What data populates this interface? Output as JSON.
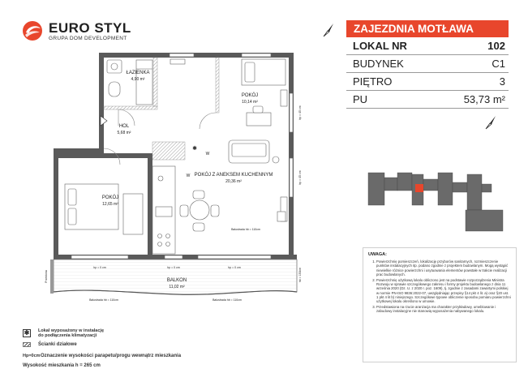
{
  "brand": {
    "name": "EURO STYL",
    "subtitle": "GRUPA DOM DEVELOPMENT",
    "colors": {
      "accent": "#e8462c",
      "dark": "#1f1f1f"
    }
  },
  "info": {
    "title": "ZAJEZDNIA MOTŁAWA",
    "rows": [
      {
        "label": "LOKAL NR",
        "value": "102"
      },
      {
        "label": "BUDYNEK",
        "value": "C1"
      },
      {
        "label": "PIĘTRO",
        "value": "3"
      },
      {
        "label": "PU",
        "value": "53,73 m²"
      }
    ]
  },
  "rooms": {
    "bathroom": {
      "name": "ŁAZIENKA",
      "area": "4,90 m²"
    },
    "hall": {
      "name": "HOL",
      "area": "5,68 m²"
    },
    "room1": {
      "name": "POKÓJ",
      "area": "10,14 m²"
    },
    "living": {
      "name": "POKÓJ Z ANEKSEM KUCHENNYM",
      "area": "20,36 m²"
    },
    "room2": {
      "name": "POKÓJ",
      "area": "12,65 m²"
    },
    "balcony": {
      "name": "BALKON",
      "area": "11,02 m²"
    }
  },
  "plan_labels": {
    "hp_45_a": "hp = 45 cm",
    "hp_45_b": "hp = 45 cm",
    "hp_0_a": "hp = 0 cm",
    "hp_0_b": "hp = 0 cm",
    "hp_0_c": "hp = 0 cm",
    "hb_110_a": "Balustrada hb = 110cm",
    "hb_110_b": "Balustrada hb = 110cm",
    "hb_110_c": "Balustrada hb = 110cm",
    "hb_150": "hb = 150cm",
    "privacy": "Przesłona",
    "washer": "W",
    "washer2": "W"
  },
  "notes": {
    "title": "UWAGA:",
    "items": [
      "Powierzchnię pomieszczeń, lokalizację przyborów sanitarnych, rozmieszczenie punktów instalacyjnych itp. podano zgodnie z projektem budowlanym. Mogą wystąpić niewielkie różnice powierzchni i usytuowania elementów powstałe w trakcie realizacji prac budowlanych.",
      "Powierzchnię użytkową lokalu obliczono jest na podstawie rozporządzenia Ministra Rozwoju w sprawie szczegółowego zakresu i formy projektu budowlanego z dnia 11 września 2020 (Dz. U. z 2020 r. poz. 1609), tj. zgodnie z zasadami zawartymi polskiej w normie PN-ISO 9836:2022-07, uwzględniając przepisy §14 pkt 4 lit. a) oraz §20 ust. 1 pkt 4 lit b) niniejszego. Szczegółowe typowe obliczenie sposobu pomiaru powierzchni użytkowej lokalu określono w umowie.",
      "Przedstawiona na rzucie aranżacja ma charakter przykładowy, umeblowanie i zabudowy instalacyjne nie stanowią wyposażenia nabywanego lokalu."
    ]
  },
  "legend": {
    "ac_symbol": "✱",
    "ac_line1": "Lokal wyposażony w instalację",
    "ac_line2": "do podłączenia klimatyzacji",
    "walls": "Ścianki działowe",
    "hp_code": "Hp=0cm",
    "hp_text": "Oznaczenie wysokości parapetu/progu wewnątrz mieszkania",
    "height": "Wysokość mieszkania h = 265 cm"
  }
}
